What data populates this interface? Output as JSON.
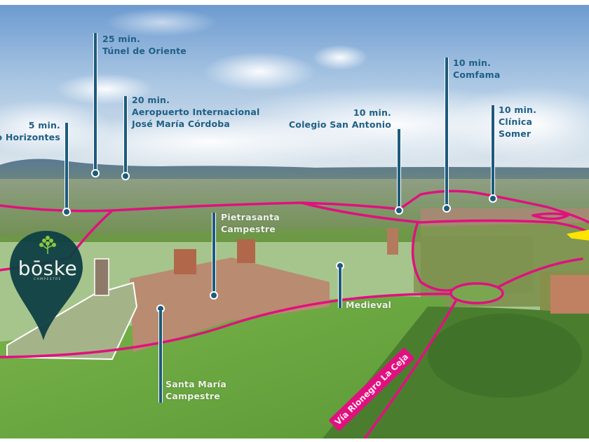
{
  "map": {
    "type": "aerial-location-map",
    "route_color": "#e0117f",
    "marker_color": "#1d5a7c",
    "project": {
      "name": "bōske",
      "subtitle": "CAMPESTRE",
      "pin_color": "#0f3f45",
      "accent_color": "#8cc63f"
    },
    "road_label": "Vía Rionegro La Ceja",
    "destinations": [
      {
        "id": "horizontes",
        "time": "5 min.",
        "name": "o Horizontes"
      },
      {
        "id": "tunel",
        "time": "25 min.",
        "name": "Túnel de Oriente"
      },
      {
        "id": "aeropuerto",
        "time": "20 min.",
        "name": "Aeropuerto Internacional",
        "name2": "José María Córdoba"
      },
      {
        "id": "colegio",
        "time": "10 min.",
        "name": "Colegio San Antonio"
      },
      {
        "id": "comfama",
        "time": "10 min.",
        "name": "Comfama"
      },
      {
        "id": "clinica",
        "time": "10 min.",
        "name": "Clínica",
        "name2": "Somer"
      }
    ],
    "neighbors": [
      {
        "id": "pietrasanta",
        "name": "Pietrasanta",
        "name2": "Campestre"
      },
      {
        "id": "medieval",
        "name": "Medieval"
      },
      {
        "id": "santamaria",
        "name": "Santa María",
        "name2": "Campestre"
      }
    ]
  }
}
